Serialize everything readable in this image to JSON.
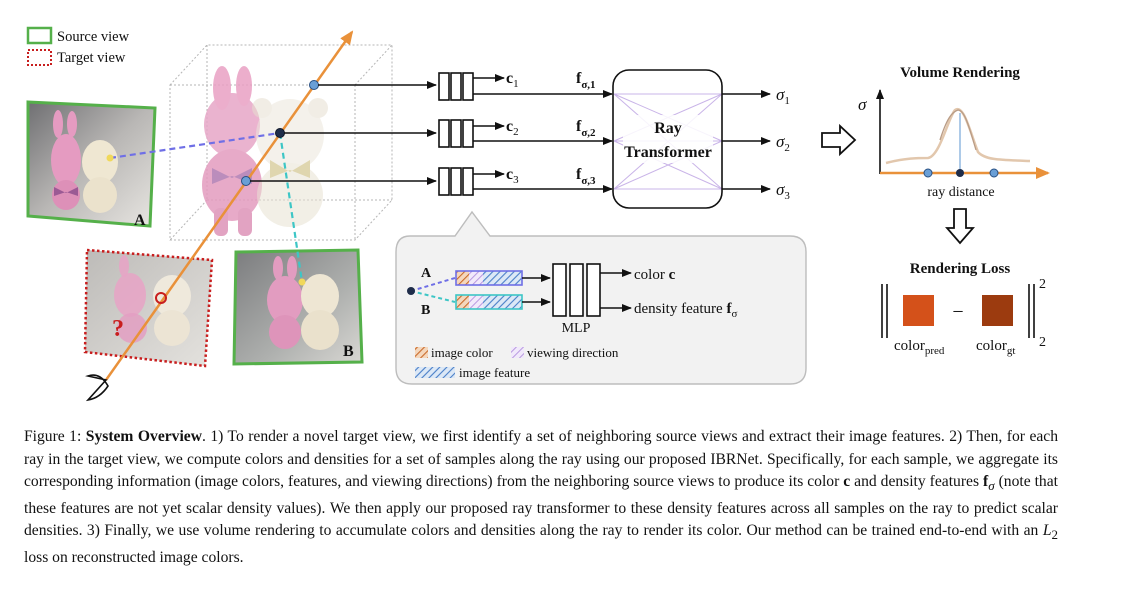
{
  "legend": {
    "source_view": "Source view",
    "target_view": "Target view"
  },
  "views": {
    "label_a": "A",
    "label_b": "B",
    "target_mark": "?"
  },
  "pipeline": {
    "colors": [
      "c",
      "c",
      "c"
    ],
    "color_subscripts": [
      "1",
      "2",
      "3"
    ],
    "features": [
      "f",
      "f",
      "f"
    ],
    "feature_subscripts": [
      "σ,1",
      "σ,2",
      "σ,3"
    ],
    "transformer_line1": "Ray",
    "transformer_line2": "Transformer",
    "sigma_symbol": "σ",
    "sigma_subscripts": [
      "1",
      "2",
      "3"
    ]
  },
  "inset": {
    "label_a": "A",
    "label_b": "B",
    "color_out_prefix": "color ",
    "color_out_symbol": "c",
    "density_out_prefix": "density feature ",
    "density_out_symbol": "f",
    "density_out_subscript": "σ",
    "mlp_label": "MLP",
    "legend_image_color": "image color",
    "legend_viewing_direction": "viewing direction",
    "legend_image_feature": "image feature"
  },
  "volume_rendering": {
    "title": "Volume Rendering",
    "y_symbol": "σ",
    "x_label": "ray distance"
  },
  "rendering_loss": {
    "title": "Rendering Loss",
    "minus": "−",
    "superscript": "2",
    "subscript": "2",
    "pred_label": "color",
    "pred_subscript": "pred",
    "gt_label": "color",
    "gt_subscript": "gt",
    "pred_color": "#d4511a",
    "gt_color": "#9c3b0f"
  },
  "colors": {
    "source_border": "#55b04a",
    "target_border": "#c81e1e",
    "ray": "#e9913a",
    "point": "#6a9fd6",
    "dash_a": "#6f6fe6",
    "dash_b": "#3dc6c6",
    "feature_hatch": "#4a7fc8",
    "color_hatch": "#c96a2a",
    "view_hatch": "#b898e0"
  },
  "caption": {
    "prefix": "Figure 1: ",
    "title": "System Overview",
    "body_1": ". 1) To render a novel target view, we first identify a set of neighboring source views and extract their image features. 2) Then, for each ray in the target view, we compute colors and densities for a set of samples along the ray using our proposed IBRNet. Specifically, for each sample, we aggregate its corresponding information (image colors, features, and viewing directions) from the neighboring source views to produce its color ",
    "symbol_c": "c",
    "body_2": " and density features ",
    "symbol_f": "f",
    "symbol_f_sub": "σ",
    "body_3": " (note that these features are not yet scalar density values). We then apply our proposed ray transformer to these density features across all samples on the ray to predict scalar densities. 3) Finally, we use volume rendering to accumulate colors and densities along the ray to render its color. Our method can be trained end-to-end with an ",
    "symbol_l": "L",
    "symbol_l_sub": "2",
    "body_4": " loss on reconstructed image colors."
  }
}
